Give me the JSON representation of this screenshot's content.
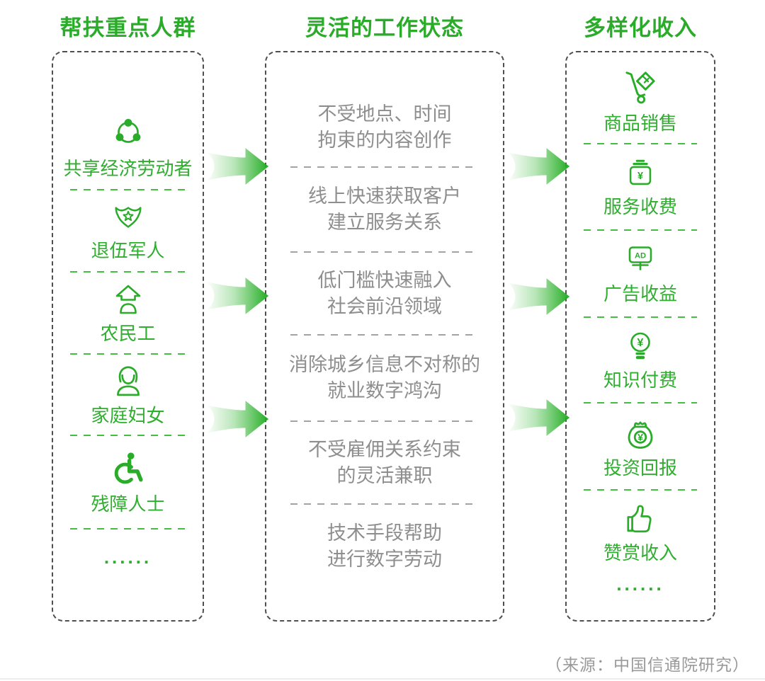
{
  "colors": {
    "green": "#2aac2a",
    "green_separator": "#45bd45",
    "gray_text": "#8e8e8e",
    "gray_separator": "#a3a3a3",
    "border_dash": "#4f4f4f"
  },
  "columns": {
    "left": {
      "title": "帮扶重点人群",
      "items": [
        {
          "icon": "sharing-economy-icon",
          "label": "共享经济劳动者"
        },
        {
          "icon": "veteran-badge-icon",
          "label": "退伍军人"
        },
        {
          "icon": "migrant-worker-icon",
          "label": "农民工"
        },
        {
          "icon": "housewife-icon",
          "label": "家庭妇女"
        },
        {
          "icon": "disabled-person-icon",
          "label": "残障人士"
        }
      ],
      "ellipsis": "......"
    },
    "middle": {
      "title": "灵活的工作状态",
      "items": [
        {
          "lines": [
            "不受地点、时间",
            "拘束的内容创作"
          ]
        },
        {
          "lines": [
            "线上快速获取客户",
            "建立服务关系"
          ]
        },
        {
          "lines": [
            "低门槛快速融入",
            "社会前沿领域"
          ]
        },
        {
          "lines": [
            "消除城乡信息不对称的",
            "就业数字鸿沟"
          ]
        },
        {
          "lines": [
            "不受雇佣关系约束",
            "的灵活兼职"
          ]
        },
        {
          "lines": [
            "技术手段帮助",
            "进行数字劳动"
          ]
        }
      ]
    },
    "right": {
      "title": "多样化收入",
      "items": [
        {
          "icon": "hand-truck-icon",
          "label": "商品销售"
        },
        {
          "icon": "cash-box-icon",
          "label": "服务收费"
        },
        {
          "icon": "ad-board-icon",
          "label": "广告收益"
        },
        {
          "icon": "bulb-yen-icon",
          "label": "知识付费"
        },
        {
          "icon": "money-bag-icon",
          "label": "投资回报"
        },
        {
          "icon": "thumbs-up-icon",
          "label": "赞赏收入"
        }
      ],
      "ellipsis": "......"
    }
  },
  "icon_texts": {
    "ad": "AD",
    "yen1": "¥",
    "yen2": "¥",
    "yen3": "¥"
  },
  "footer": {
    "source": "（来源：中国信通院研究）"
  }
}
